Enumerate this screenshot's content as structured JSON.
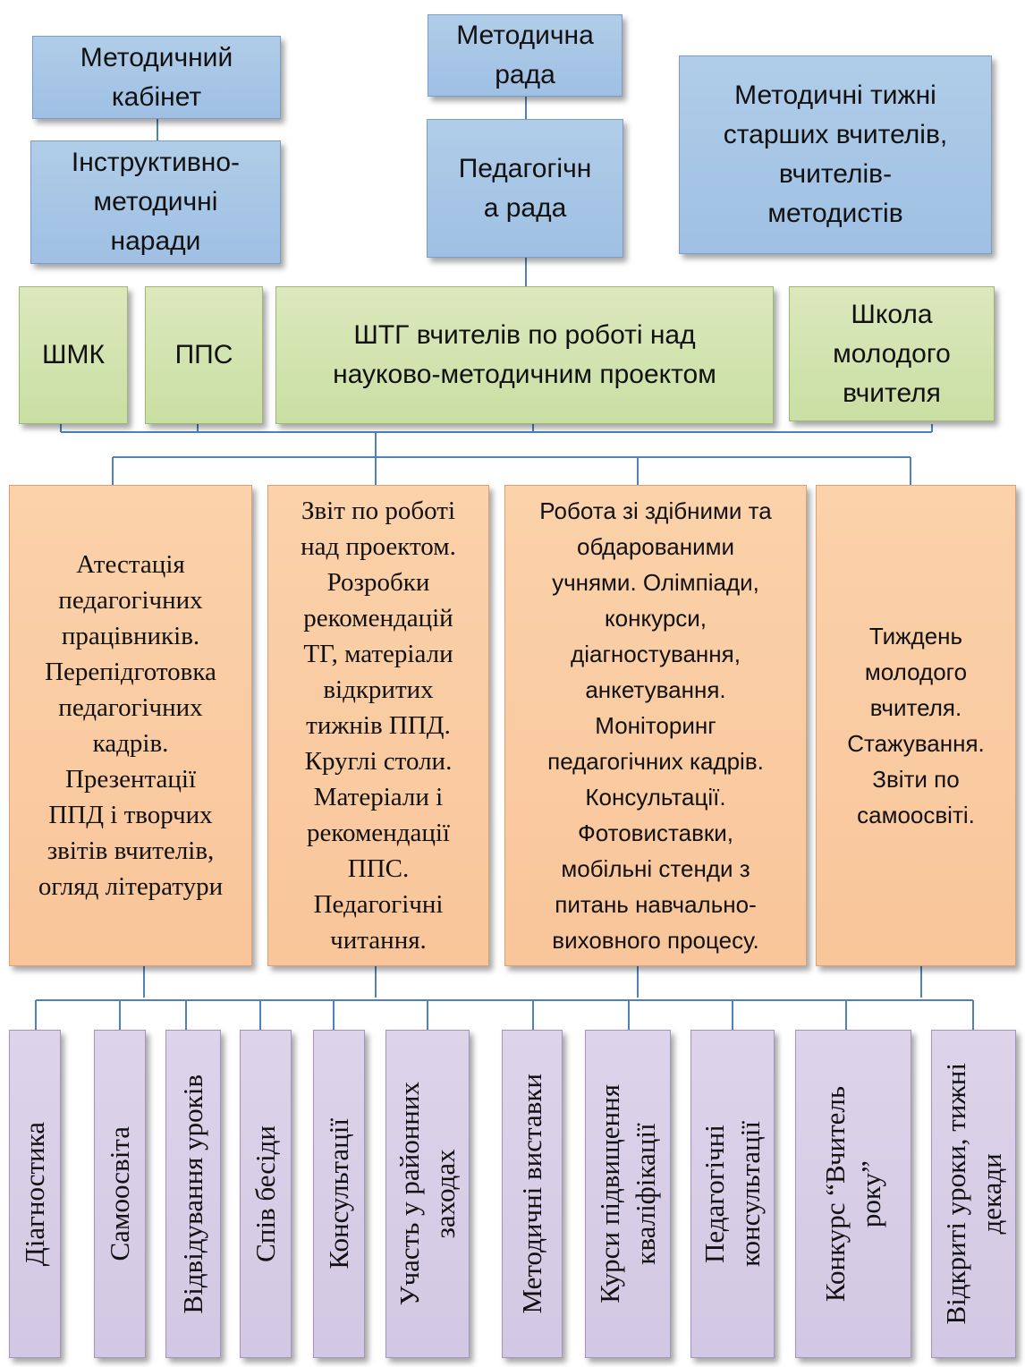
{
  "top": {
    "metod_kabinet": "Методичний\nкабінет",
    "instr_narady": "Інструктивно-\nметодичні\nнаради",
    "metod_rada": "Методична\nрада",
    "ped_rada": "Педагогічн\nа  рада",
    "metod_tyzhni": "Методичні тижні\nстарших вчителів,\nвчителів-\nметодистів"
  },
  "middle": {
    "shmk": "ШМК",
    "pps": "ППС",
    "shtg": "ШТГ вчителів по роботі над\nнауково-методичним проектом",
    "shkola": "Школа\nмолодого\nвчителя"
  },
  "activities": {
    "atestatsiia": "Атестація\nпедагогічних\nпрацівників.\nПерепідготовка\nпедагогічних\nкадрів.\nПрезентації\nППД і творчих\nзвітів вчителів,\nогляд літератури",
    "zvit": "Звіт по роботі\nнад проектом.\nРозробки\nрекомендацій\nТГ, матеріали\nвідкритих\nтижнів ППД.\nКруглі столи.\nМатеріали  і\nрекомендації\nППС.\nПедагогічні\nчитання.",
    "robota": "Робота зі здібними та\nобдарованими\nучнями. Олімпіади,\nконкурси,\nдіагностування,\nанкетування.\nМоніторинг\nпедагогічних кадрів.\nКонсультації.\nФотовиставки,\nмобільні стенди з\nпитань навчально-\nвиховного процесу.",
    "tyzhden": "Тиждень\nмолодого\nвчителя.\nСтажування.\nЗвіти по\nсамоосвіті."
  },
  "forms": [
    "Діагностика",
    "Самоосвіта",
    "Відвідування уроків",
    "Спів бесіди",
    "Консультації",
    "Участь у районних\nзаходах",
    "Методичні виставки",
    "Курси  підвищення\nкваліфікації",
    "Педагогічні\nконсультації",
    "Конкурс  “Вчитель\nроку”",
    "Відкриті уроки,  тижні\nдекади"
  ],
  "colors": {
    "blue": "#a7c5e6",
    "green": "#d1e3ac",
    "orange": "#fac9a0",
    "purple": "#d8cde6",
    "connector": "#4f81bd"
  }
}
